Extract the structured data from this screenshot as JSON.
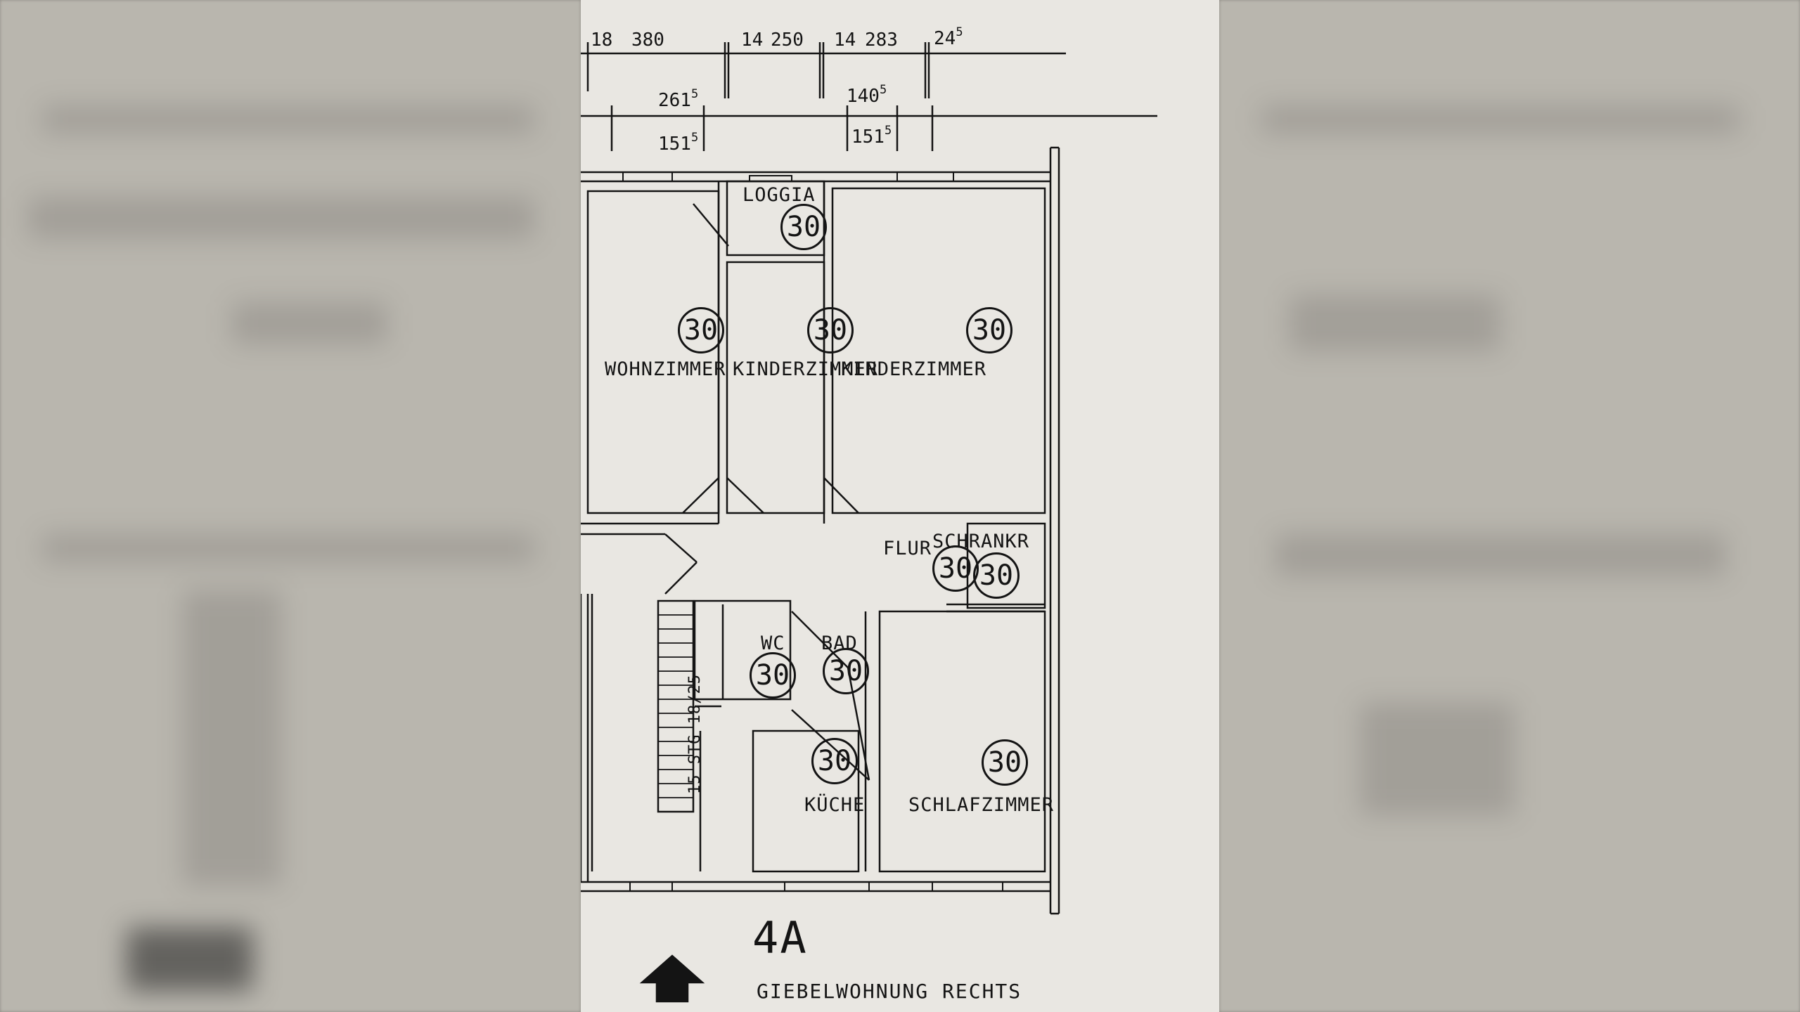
{
  "plan": {
    "title": "4A",
    "subtitle": "GIEBELWOHNUNG RECHTS",
    "rooms": {
      "wohnzimmer": {
        "name": "WOHNZIMMER",
        "badge": "30"
      },
      "kinderzimmer1": {
        "name": "KINDERZIMMER",
        "badge": "30"
      },
      "kinderzimmer2": {
        "name": "KINDERZIMMER",
        "badge": "30"
      },
      "loggia": {
        "name": "LOGGIA",
        "badge": "30"
      },
      "flur": {
        "name": "FLUR",
        "badge": "30"
      },
      "schrank": {
        "name": "SCHRANKR",
        "badge": "30"
      },
      "wc": {
        "name": "WC",
        "badge": "30"
      },
      "bad": {
        "name": "BAD",
        "badge": "30"
      },
      "kueche": {
        "name": "KÜCHE",
        "badge": "30"
      },
      "schlafzimmer": {
        "name": "SCHLAFZIMMER",
        "badge": "30"
      }
    },
    "stair_label": "15 STG 18/25",
    "dimensions": {
      "top_row": [
        "18",
        "380",
        "14",
        "250",
        "14",
        "283",
        "24"
      ],
      "top_row_sup": "5",
      "second_row": {
        "left": "261",
        "left_sup": "5",
        "right": "140",
        "right_sup": "5"
      },
      "third_row": {
        "left": "151",
        "left_sup": "5",
        "right": "151",
        "right_sup": "5"
      }
    },
    "north_arrow": "up-arrow-icon"
  }
}
